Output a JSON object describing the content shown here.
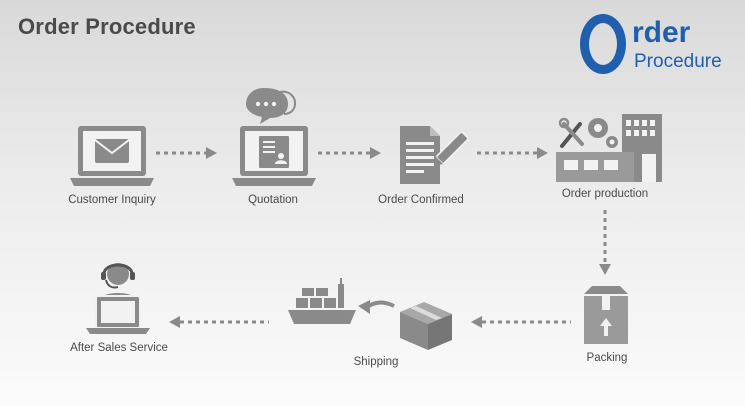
{
  "header": {
    "title": "Order Procedure",
    "logo_word_1": "rder",
    "logo_word_2": "Procedure"
  },
  "steps": [
    {
      "label": "Customer Inquiry",
      "icon": "laptop-mail-icon"
    },
    {
      "label": "Quotation",
      "icon": "laptop-chat-icon"
    },
    {
      "label": "Order Confirmed",
      "icon": "document-pen-icon"
    },
    {
      "label": "Order production",
      "icon": "factory-icon"
    },
    {
      "label": "Packing",
      "icon": "box-icon"
    },
    {
      "label": "Shipping",
      "icon": "ship-box-icon"
    },
    {
      "label": "After Sales Service",
      "icon": "support-agent-icon"
    }
  ],
  "colors": {
    "icon_gray": "#8a8a8a",
    "brand_blue": "#1f5fae",
    "text": "#4a4a4a"
  }
}
